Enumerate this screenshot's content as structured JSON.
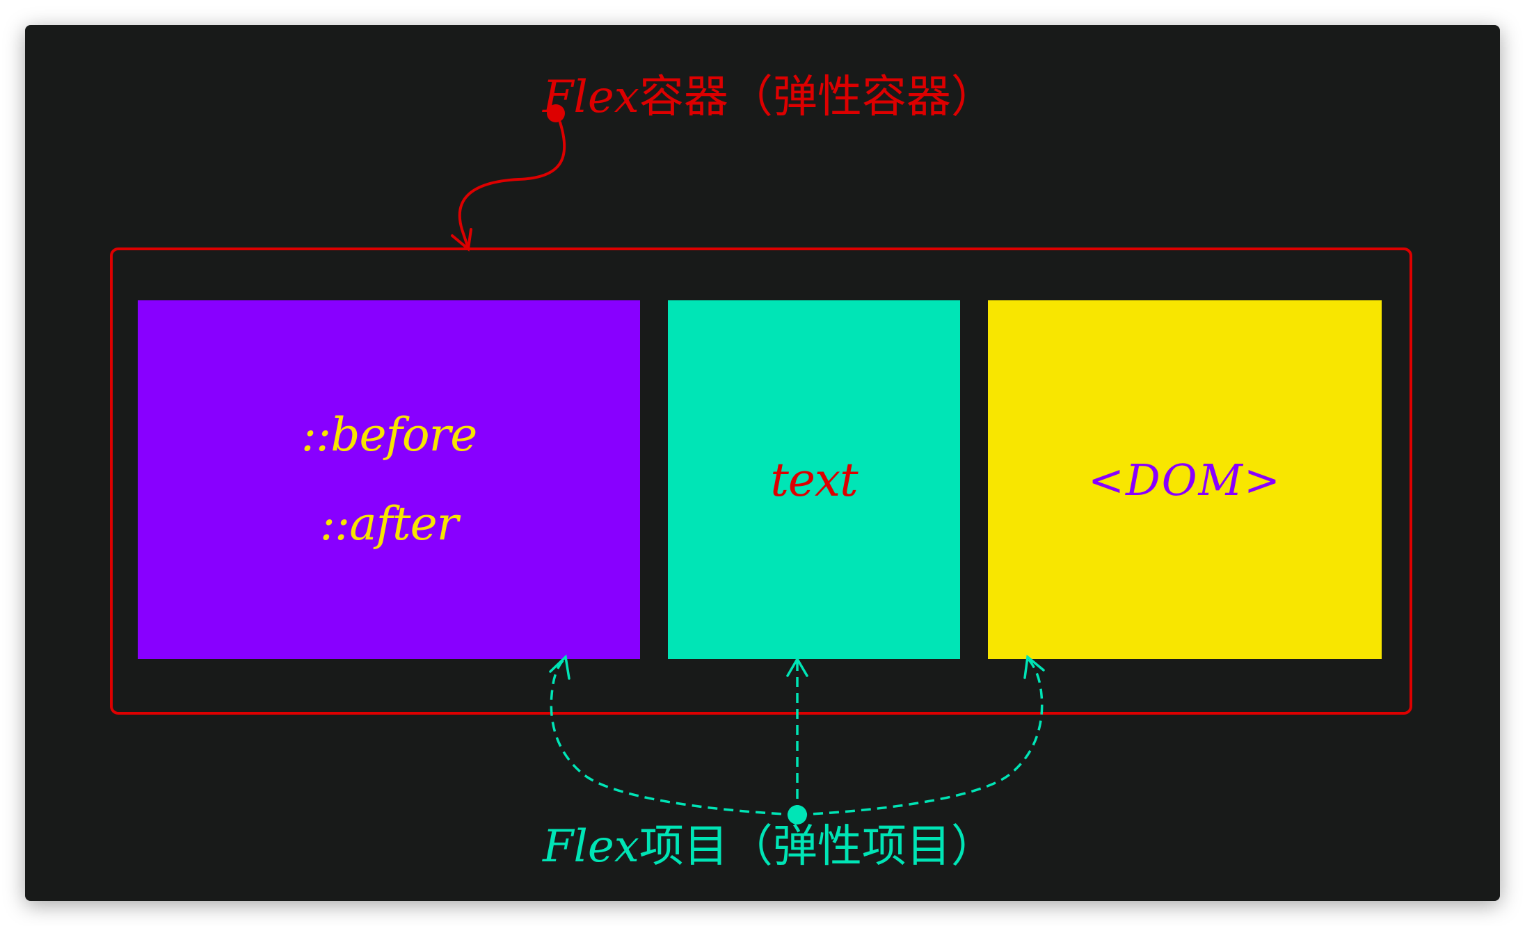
{
  "diagram": {
    "title": "Flex container vs Flex items diagram",
    "container_label": {
      "latin": "Flex",
      "cjk": "容器（弹性容器）",
      "color": "#dd0000"
    },
    "items_label": {
      "latin": "Flex",
      "cjk": "项目（弹性项目）",
      "color": "#00e5b6"
    },
    "items": [
      {
        "lines": [
          "::before",
          "::after"
        ],
        "background": "#8800ff",
        "text_color": "#f8e600"
      },
      {
        "lines": [
          "text"
        ],
        "background": "#00e5b6",
        "text_color": "#dd0000"
      },
      {
        "lines": [
          "<DOM>"
        ],
        "background": "#f8e600",
        "text_color": "#8800ff"
      }
    ],
    "colors": {
      "background": "#181a19",
      "container_border": "#dd0000",
      "connector_red": "#dd0000",
      "connector_teal": "#00e5b6"
    }
  }
}
